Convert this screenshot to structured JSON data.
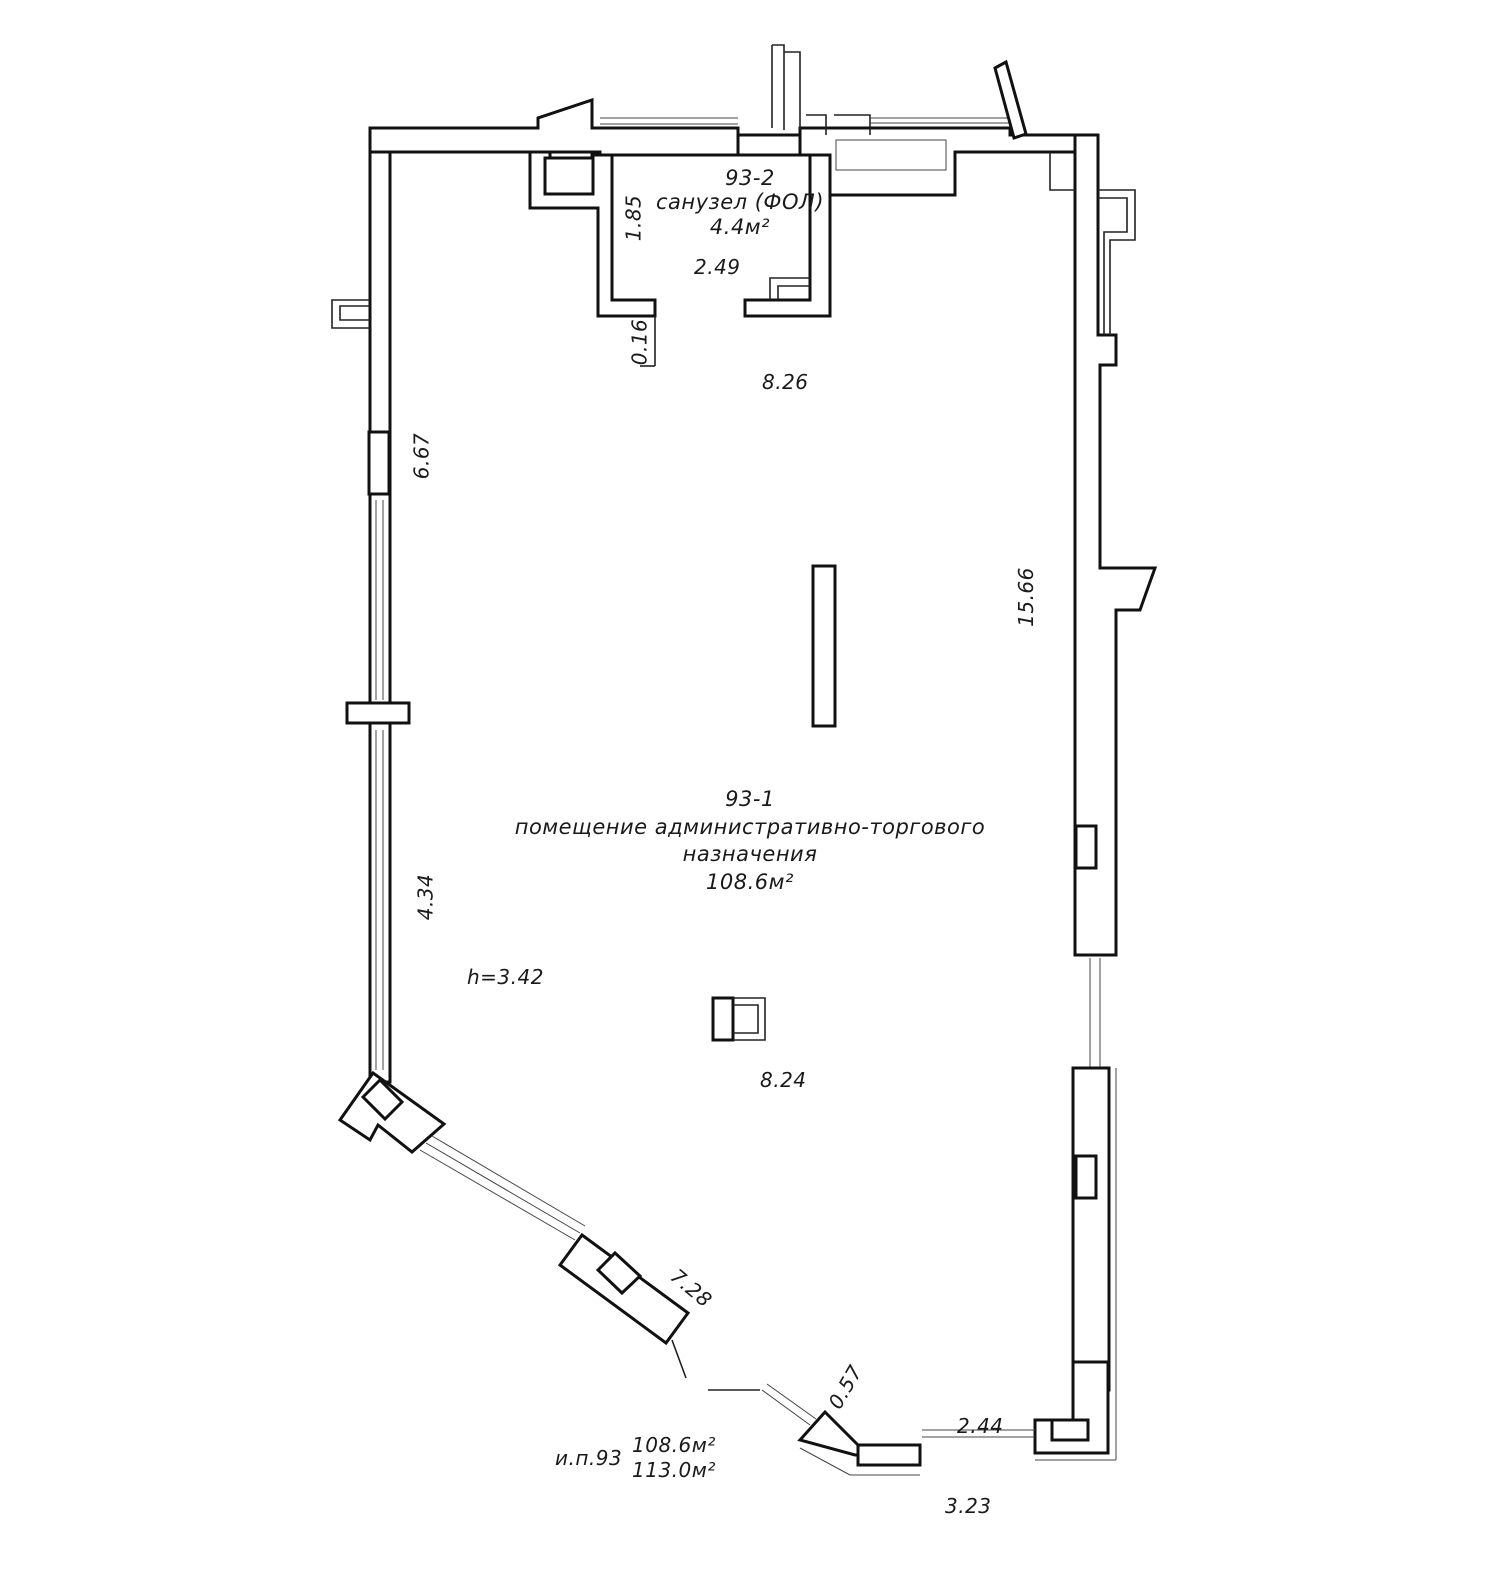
{
  "rooms": [
    {
      "code": "93-2",
      "name": "санузел (ФОЛ)",
      "area": "4.4м²"
    },
    {
      "code": "93-1",
      "name_line1": "помещение административно-торгового",
      "name_line2": "назначения",
      "area": "108.6м²"
    }
  ],
  "height_label": "h=3.42",
  "dimensions": {
    "top_width": "8.26",
    "bathroom_width": "2.49",
    "bathroom_depth": "1.85",
    "door_offset": "0.16",
    "left_upper": "6.67",
    "left_lower": "4.34",
    "right_length": "15.66",
    "mid_width": "8.24",
    "diagonal": "7.28",
    "small_angle": "0.57",
    "bottom_inner": "2.44",
    "bottom_outer": "3.23"
  },
  "summary": {
    "unit_label": "и.п.93",
    "area_total": "108.6м²",
    "area_with_extra": "113.0м²"
  }
}
